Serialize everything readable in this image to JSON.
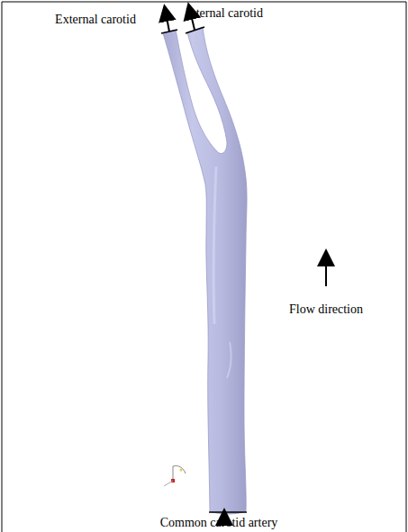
{
  "diagram": {
    "labels": [
      "External carotid",
      "Internal carotid",
      "Flow direction",
      "Common carotid artery"
    ]
  }
}
